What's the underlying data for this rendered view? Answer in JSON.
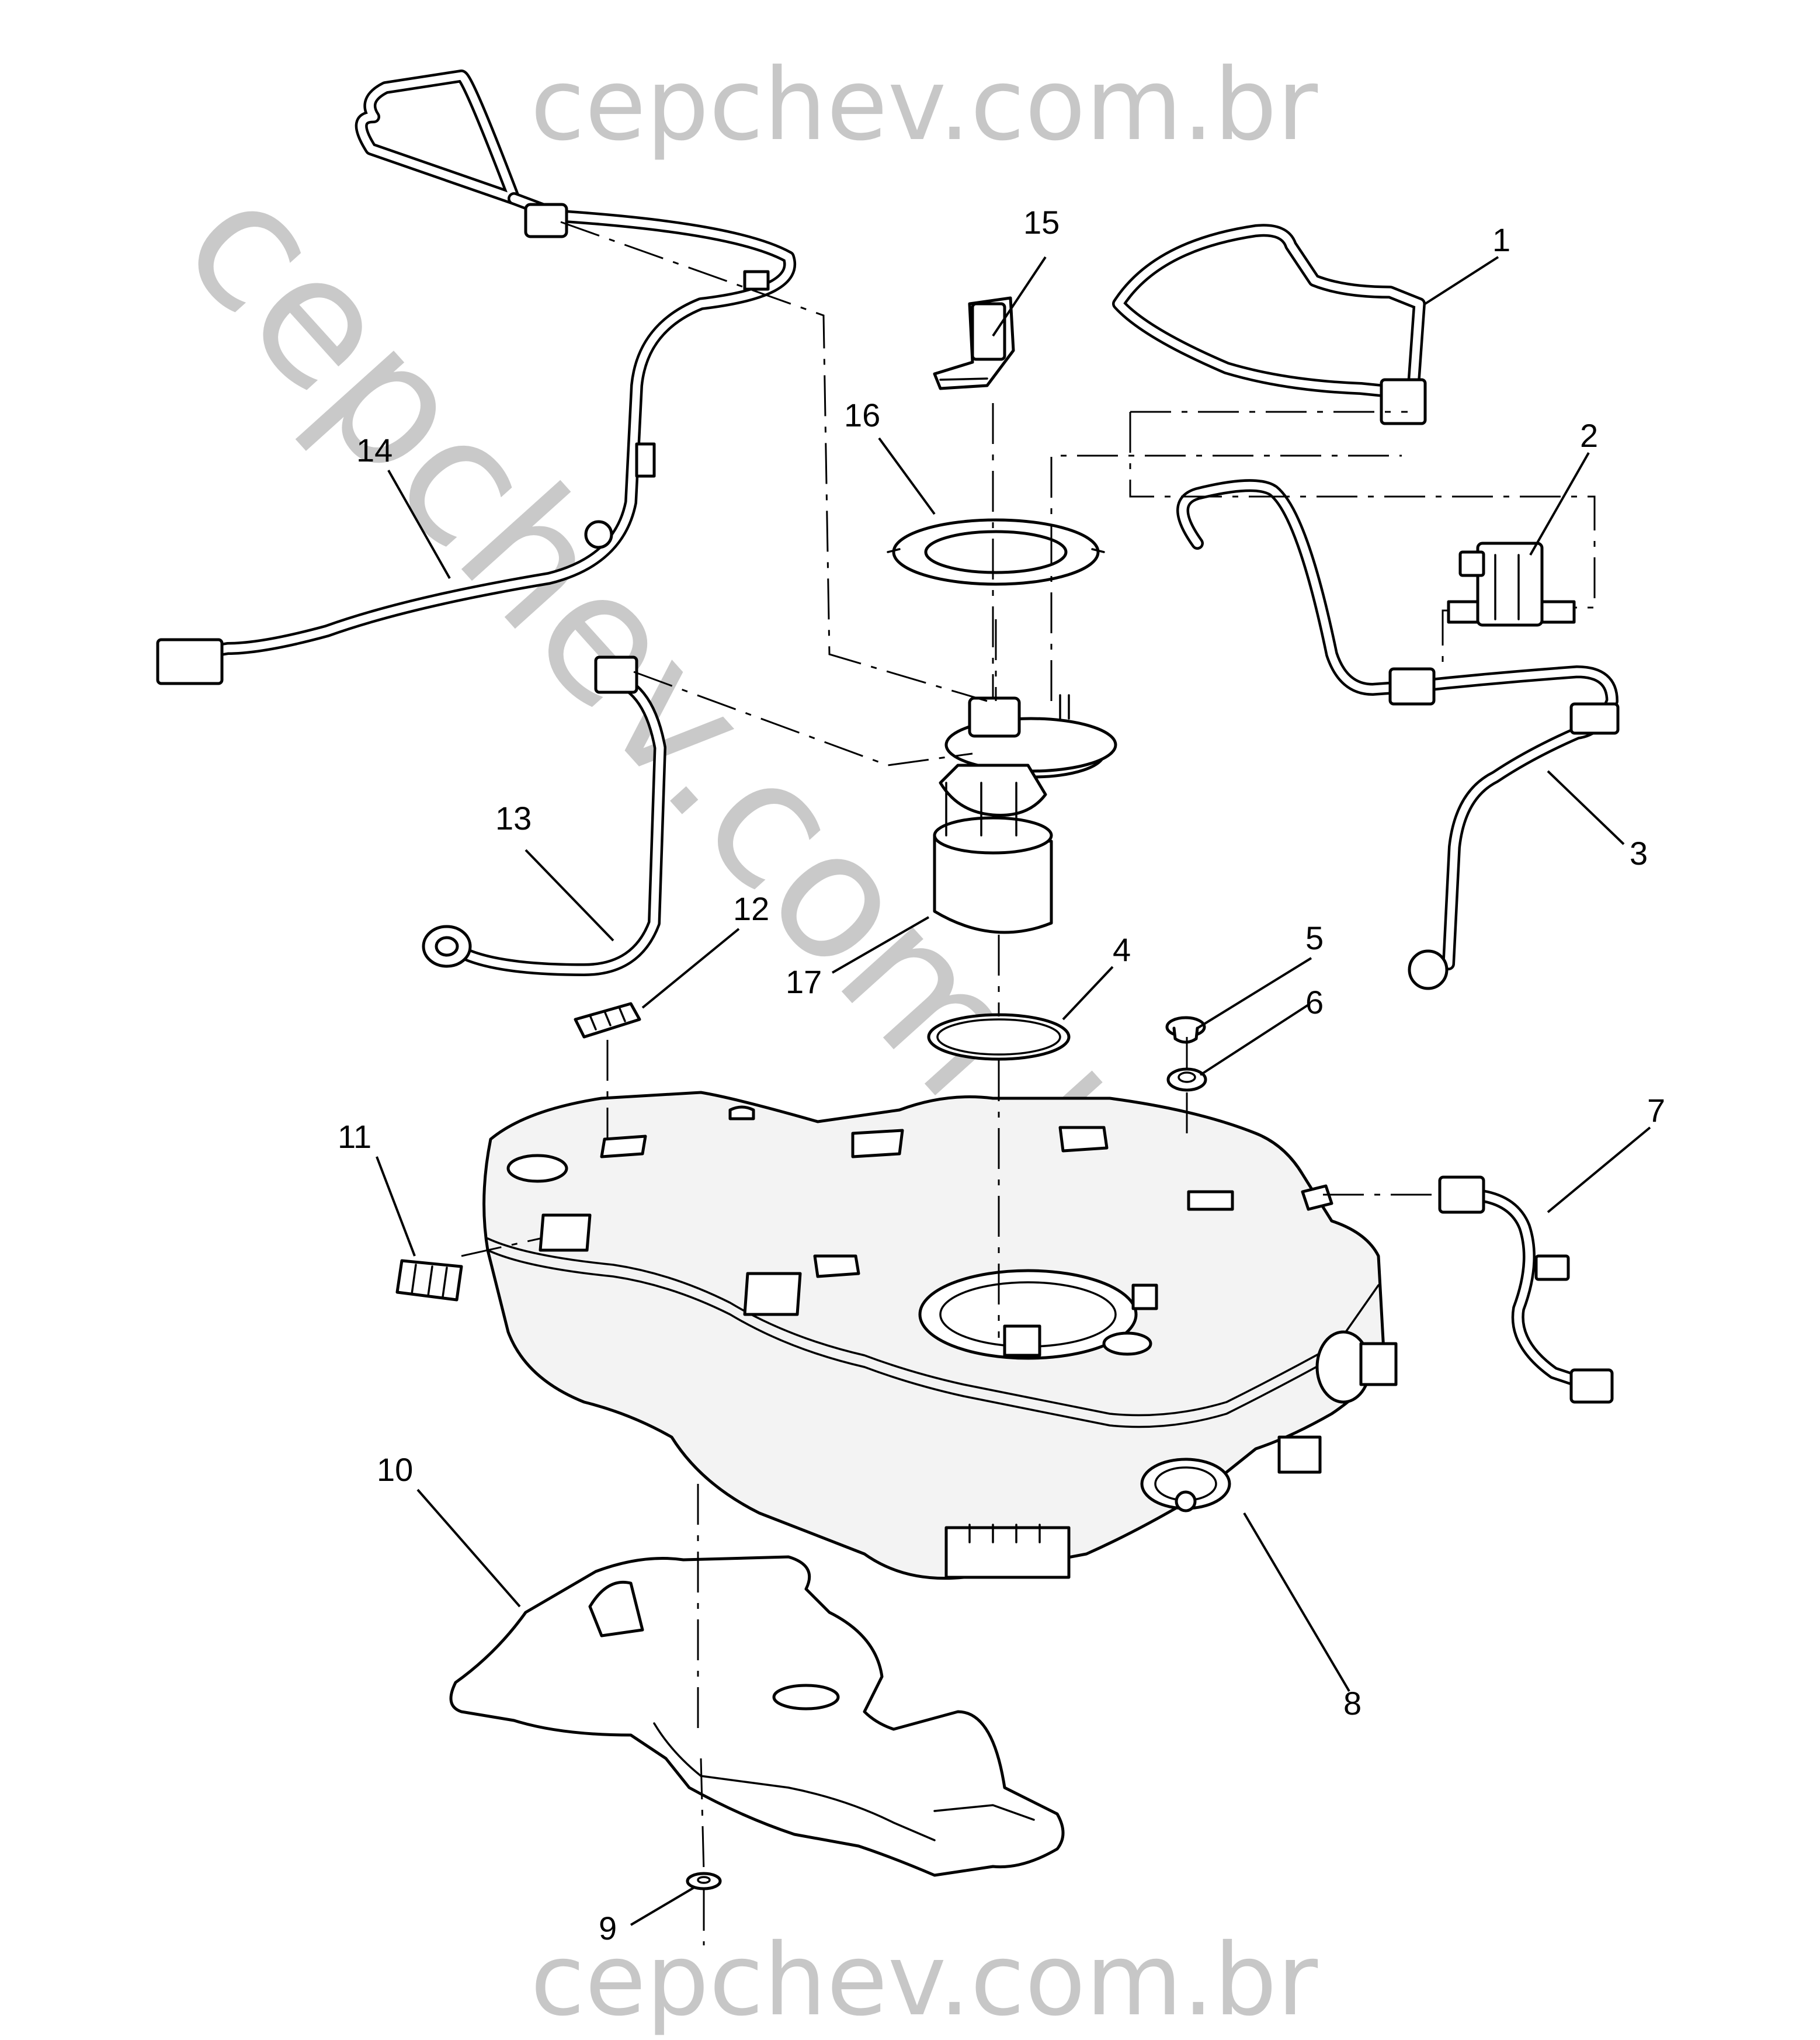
{
  "watermarks": {
    "top": "cepchev.com.br",
    "bottom": "cepchev.com.br",
    "diagonal": "cepchev.com.br"
  },
  "callouts": [
    {
      "id": "1",
      "text": "1"
    },
    {
      "id": "2",
      "text": "2"
    },
    {
      "id": "3",
      "text": "3"
    },
    {
      "id": "4",
      "text": "4"
    },
    {
      "id": "5",
      "text": "5"
    },
    {
      "id": "6",
      "text": "6"
    },
    {
      "id": "7",
      "text": "7"
    },
    {
      "id": "8",
      "text": "8"
    },
    {
      "id": "9",
      "text": "9"
    },
    {
      "id": "10",
      "text": "10"
    },
    {
      "id": "11",
      "text": "11"
    },
    {
      "id": "12",
      "text": "12"
    },
    {
      "id": "13",
      "text": "13"
    },
    {
      "id": "14",
      "text": "14"
    },
    {
      "id": "15",
      "text": "15"
    },
    {
      "id": "16",
      "text": "16"
    },
    {
      "id": "17",
      "text": "17"
    }
  ],
  "colors": {
    "line": "#000000",
    "background": "#ffffff",
    "watermark": "#c7c7c7"
  }
}
